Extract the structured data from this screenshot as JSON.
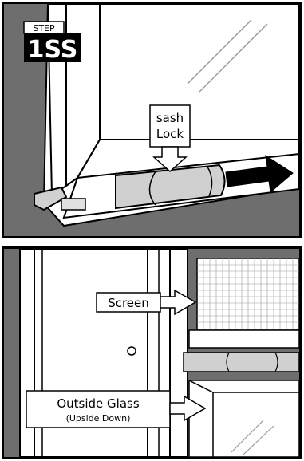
{
  "step_badge": {
    "top_label": "STEP",
    "number_label": "1SS"
  },
  "top_panel": {
    "callout_line1": "sash",
    "callout_line2": "Lock"
  },
  "bottom_panel": {
    "screen_label": "Screen",
    "glass_label": "Outside Glass",
    "glass_sublabel": "(Upside Down)"
  }
}
